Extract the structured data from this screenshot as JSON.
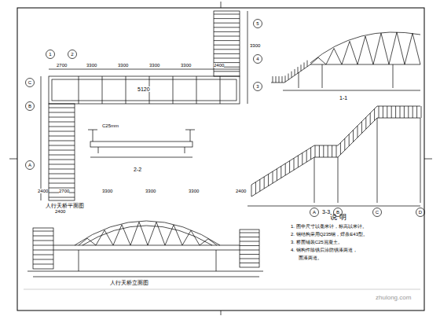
{
  "diagram": {
    "labels": [
      "人行天桥平面图",
      "2-2",
      "1-1",
      "3-3",
      "人行天桥立面图",
      "说 明",
      "1. 图中尺寸以毫米计，标高以米计。",
      "2. 钢结构采用Q235钢，焊条E43型。",
      "3. 桥面铺装C25混凝土。",
      "4. 钢构件除锈后涂防锈漆两道，",
      "面漆两道。",
      "zhulong.com",
      "2700",
      "3300",
      "3300",
      "3300",
      "3300",
      "2400",
      "5120",
      "2400",
      "3300",
      "1",
      "2",
      "C",
      "B",
      "A",
      "5",
      "4",
      "3",
      "C25mm",
      "A",
      "B",
      "C",
      "D",
      "2400",
      "2700",
      "3300",
      "3300",
      "3300",
      "2400"
    ]
  }
}
